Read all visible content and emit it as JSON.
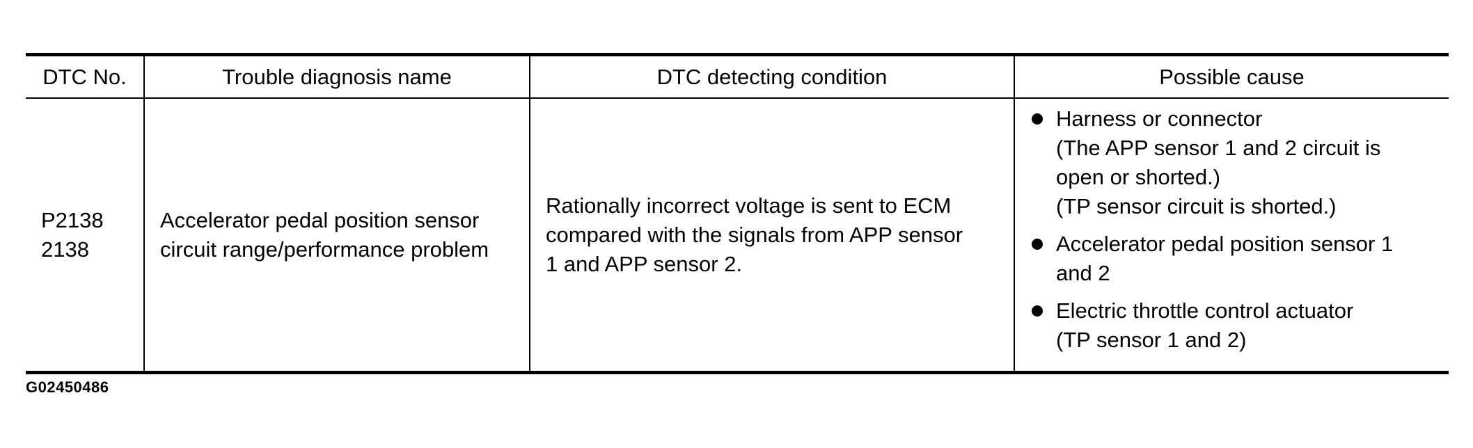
{
  "table": {
    "headers": {
      "dtc_no": "DTC No.",
      "name": "Trouble diagnosis name",
      "condition": "DTC detecting condition",
      "cause": "Possible cause"
    },
    "row": {
      "dtc_no": [
        "P2138",
        "2138"
      ],
      "name": [
        "Accelerator pedal position sensor",
        "circuit range/performance problem"
      ],
      "condition": [
        "Rationally incorrect voltage is sent to ECM",
        "compared with the signals from APP sensor",
        "1 and APP sensor 2."
      ],
      "causes": [
        {
          "lines": [
            "Harness or connector",
            "(The APP sensor 1 and 2 circuit is",
            "open or shorted.)",
            "(TP sensor circuit is shorted.)"
          ]
        },
        {
          "lines": [
            "Accelerator pedal position sensor 1",
            "and 2"
          ]
        },
        {
          "lines": [
            "Electric throttle control actuator",
            "(TP sensor 1 and 2)"
          ]
        }
      ]
    }
  },
  "figure_code": "G02450486"
}
